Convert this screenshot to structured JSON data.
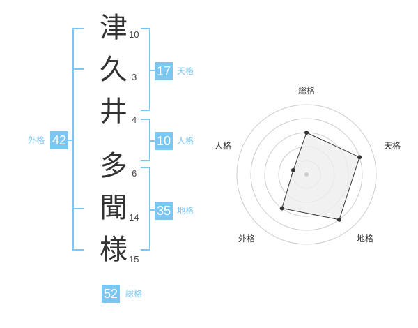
{
  "name": {
    "chars": [
      {
        "char": "津",
        "strokes": "10"
      },
      {
        "char": "久",
        "strokes": "3"
      },
      {
        "char": "井",
        "strokes": "4"
      },
      {
        "char": "多",
        "strokes": "6"
      },
      {
        "char": "聞",
        "strokes": "14"
      },
      {
        "char": "様",
        "strokes": "15"
      }
    ]
  },
  "fortune": {
    "tenkaku": {
      "value": "17",
      "label": "天格"
    },
    "jinkaku": {
      "value": "10",
      "label": "人格"
    },
    "chikaku": {
      "value": "35",
      "label": "地格"
    },
    "gaikaku": {
      "value": "42",
      "label": "外格"
    },
    "soukaku": {
      "value": "52",
      "label": "総格"
    }
  },
  "radar": {
    "axes": [
      "総格",
      "天格",
      "地格",
      "外格",
      "人格"
    ],
    "values": [
      3,
      4,
      4,
      3,
      1
    ],
    "max": 5,
    "line_color": "#333333",
    "fill_color": "#eeeeee",
    "ring_color": "#cccccc"
  }
}
